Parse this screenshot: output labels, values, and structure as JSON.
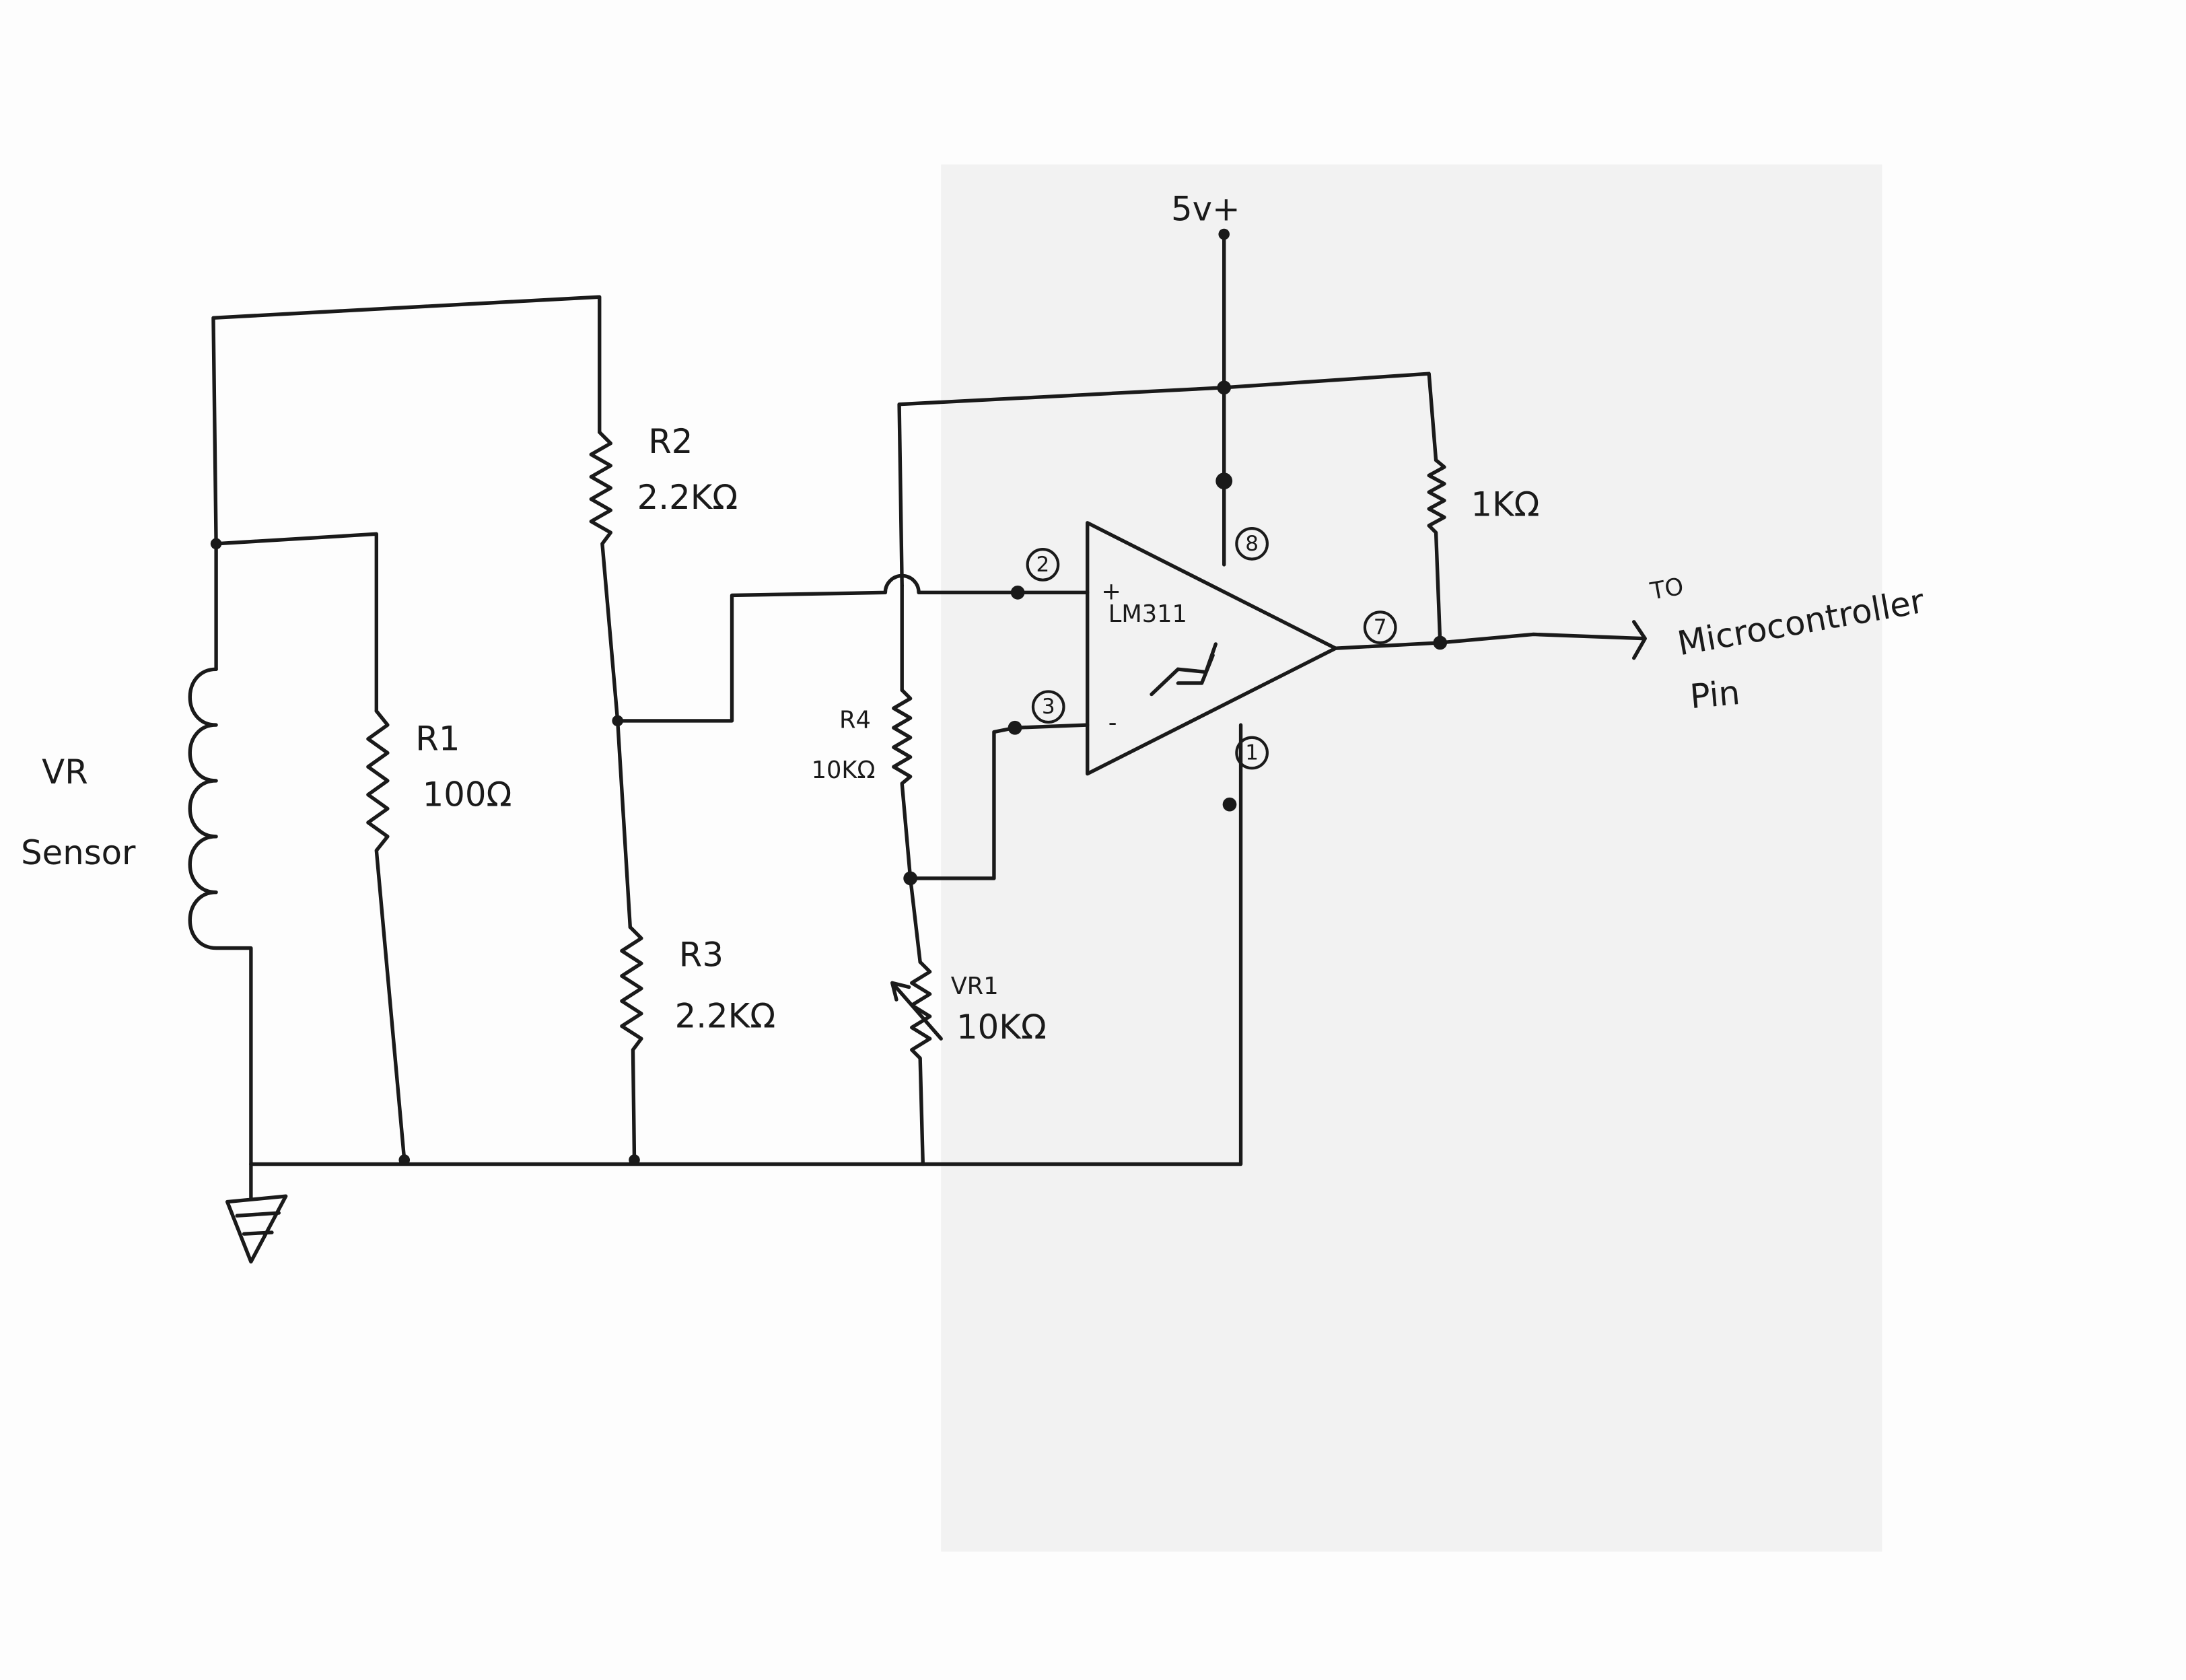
{
  "supply": {
    "label": "5v+"
  },
  "sensor": {
    "name": "VR",
    "subtitle": "Sensor"
  },
  "resistors": {
    "r1": {
      "name": "R1",
      "value": "100Ω"
    },
    "r2": {
      "name": "R2",
      "value": "2.2KΩ"
    },
    "r3": {
      "name": "R3",
      "value": "2.2KΩ"
    },
    "r4": {
      "name": "R4",
      "value": "10KΩ"
    },
    "vr1": {
      "name": "VR1",
      "value": "10KΩ"
    },
    "pullup": {
      "value": "1KΩ"
    }
  },
  "comparator": {
    "part": "LM311",
    "plus": "+",
    "minus": "-",
    "pins": {
      "noninv": "2",
      "inv": "3",
      "vcc": "8",
      "out": "7",
      "gnd": "1"
    }
  },
  "output": {
    "line1": "TO",
    "line2": "Microcontroller",
    "line3": "Pin"
  },
  "colors": {
    "ink": "#1a1a1a",
    "paper": "#fdfdfd",
    "bleed": "#f1f1f1"
  }
}
